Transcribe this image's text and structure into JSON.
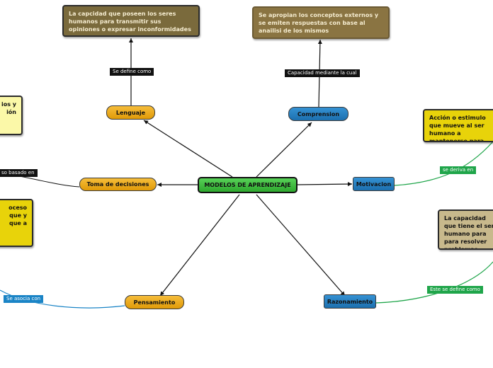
{
  "central": {
    "label": "MODELOS DE APRENDIZAJE"
  },
  "nodes": {
    "lenguaje": "Lenguaje",
    "comprension": "Comprension",
    "toma": "Toma de decisiones",
    "motivacion": "Motivacion",
    "pensamiento": "Pensamiento",
    "razonamiento": "Razonamiento"
  },
  "notes": {
    "lenguaje": "La capcidad que poseen los seres humanos para transmitir sus opiniones o expresar inconformidades",
    "comprension": "Se apropian los conceptos externos y se emiten respuestas con base al anailisi de los mismos",
    "motivacion": "Acción o estimulo que mueve al ser humano a mantenerse para lograr sus propósitos u objetivos",
    "razonamiento": "La capacidad que tiene el ser humano para para resolver problemas, viene por parte y de su parte se define",
    "toma": "ios y ión",
    "pensamiento": "oceso que y que a"
  },
  "connectors": {
    "lenguaje": "Se define como",
    "comprension": "Capacidad mediante la cual",
    "toma": "so basado en",
    "motivacion": "se deriva en",
    "pensamiento": "Se asocia con",
    "razonamiento": "Este se define como"
  },
  "colors": {
    "central": "#3cb73c",
    "orange": "#f0a30a",
    "blue": "#1f7fc4",
    "note_olive": "#7a6a3c",
    "note_brown": "#8a7442",
    "note_yellow": "#e8d30a",
    "note_pale": "#fbf8a8",
    "note_tan": "#c8b98c"
  }
}
